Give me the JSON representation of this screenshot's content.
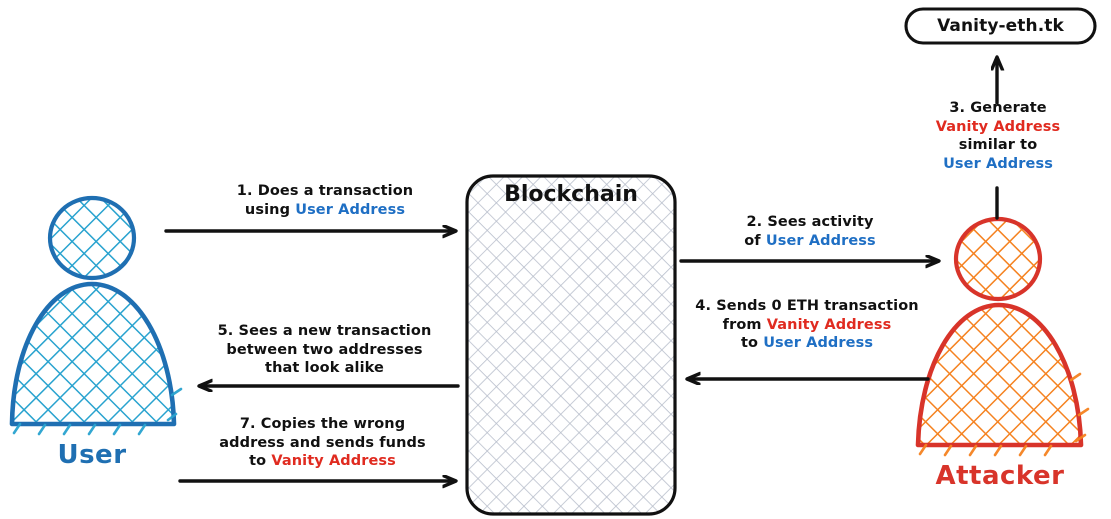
{
  "diagram": {
    "title_node": {
      "label": "Vanity-eth.tk"
    },
    "blockchain": {
      "label": "Blockchain"
    },
    "actors": {
      "user": {
        "label": "User",
        "color": "#1f6fb2",
        "hatch_color": "#29a3cf"
      },
      "attacker": {
        "label": "Attacker",
        "color": "#d8342a",
        "hatch_color": "#f58220"
      }
    },
    "accent_colors": {
      "user_address": "#1f6fc4",
      "vanity_address": "#e02b20",
      "plain": "#111111"
    },
    "steps": [
      {
        "id": "step-1",
        "number": "1.",
        "lines": [
          [
            {
              "t": "1. Does a transaction",
              "c": "plain"
            }
          ],
          [
            {
              "t": "using ",
              "c": "plain"
            },
            {
              "t": "User Address",
              "c": "user_address"
            }
          ]
        ],
        "direction": "user-to-blockchain"
      },
      {
        "id": "step-2",
        "number": "2.",
        "lines": [
          [
            {
              "t": "2. Sees activity",
              "c": "plain"
            }
          ],
          [
            {
              "t": "of ",
              "c": "plain"
            },
            {
              "t": "User Address",
              "c": "user_address"
            }
          ]
        ],
        "direction": "blockchain-to-attacker"
      },
      {
        "id": "step-3",
        "number": "3.",
        "lines": [
          [
            {
              "t": "3. Generate",
              "c": "plain"
            }
          ],
          [
            {
              "t": "Vanity Address",
              "c": "vanity_address"
            }
          ],
          [
            {
              "t": "similar to",
              "c": "plain"
            }
          ],
          [
            {
              "t": "User Address",
              "c": "user_address"
            }
          ]
        ],
        "direction": "attacker-to-vanity-site"
      },
      {
        "id": "step-4",
        "number": "4.",
        "lines": [
          [
            {
              "t": "4. Sends 0 ETH transaction",
              "c": "plain"
            }
          ],
          [
            {
              "t": "from ",
              "c": "plain"
            },
            {
              "t": "Vanity Address",
              "c": "vanity_address"
            }
          ],
          [
            {
              "t": "to ",
              "c": "plain"
            },
            {
              "t": "User Address",
              "c": "user_address"
            }
          ]
        ],
        "direction": "attacker-to-blockchain"
      },
      {
        "id": "step-5",
        "number": "5.",
        "lines": [
          [
            {
              "t": "5. Sees a new transaction",
              "c": "plain"
            }
          ],
          [
            {
              "t": "between two addresses",
              "c": "plain"
            }
          ],
          [
            {
              "t": "that look alike",
              "c": "plain"
            }
          ]
        ],
        "direction": "blockchain-to-user"
      },
      {
        "id": "step-7",
        "number": "7.",
        "lines": [
          [
            {
              "t": "7. Copies the wrong",
              "c": "plain"
            }
          ],
          [
            {
              "t": "address and sends funds",
              "c": "plain"
            }
          ],
          [
            {
              "t": "to ",
              "c": "plain"
            },
            {
              "t": "Vanity Address",
              "c": "vanity_address"
            }
          ]
        ],
        "direction": "user-to-blockchain"
      }
    ]
  }
}
